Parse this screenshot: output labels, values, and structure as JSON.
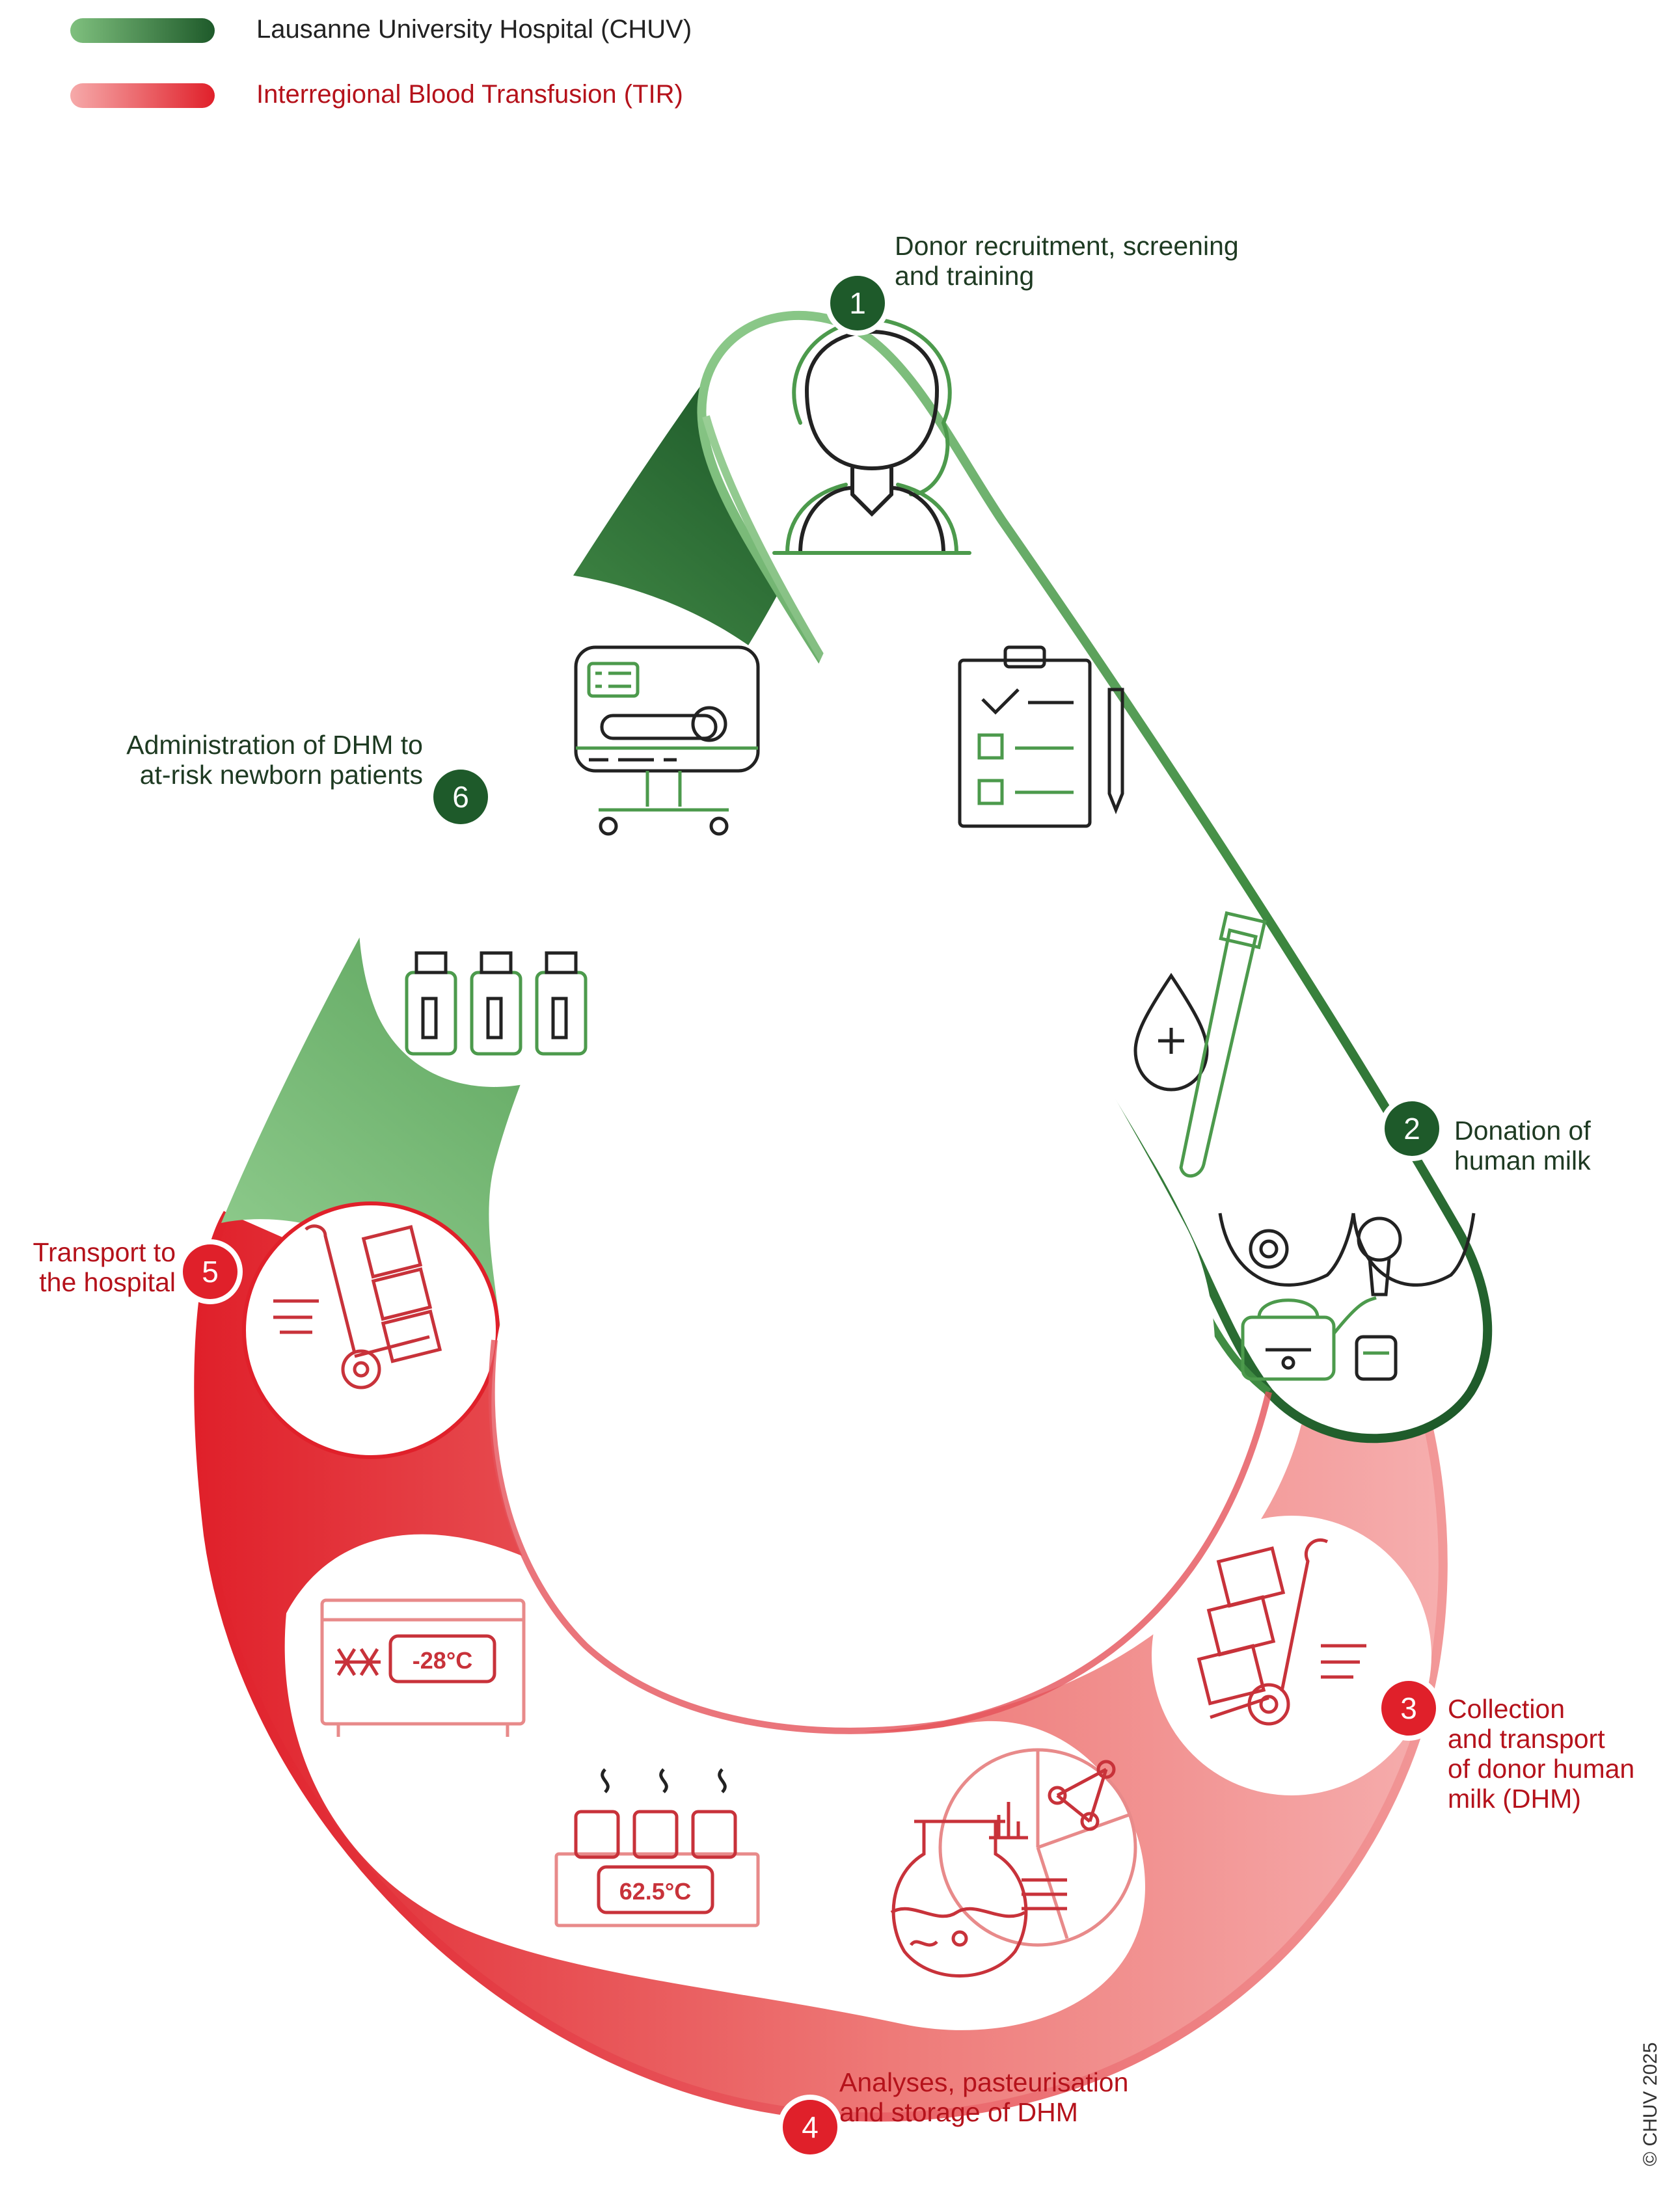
{
  "legend": [
    {
      "label": "Lausanne University Hospital (CHUV)",
      "color_from": "#7fc07e",
      "color_to": "#1e5a2a",
      "text_color": "#222222"
    },
    {
      "label": "Interregional Blood Transfusion (TIR)",
      "color_from": "#f6aaaa",
      "color_to": "#e0202a",
      "text_color": "#b5121b"
    }
  ],
  "steps": [
    {
      "number": "1",
      "lines": [
        "Donor recruitment, screening",
        "and training"
      ],
      "org": "CHUV"
    },
    {
      "number": "2",
      "lines": [
        "Donation of",
        "human milk"
      ],
      "org": "CHUV"
    },
    {
      "number": "3",
      "lines": [
        "Collection",
        "and transport",
        "of donor human",
        "milk (DHM)"
      ],
      "org": "TIR"
    },
    {
      "number": "4",
      "lines": [
        "Analyses, pasteurisation",
        "and storage of DHM"
      ],
      "org": "TIR"
    },
    {
      "number": "5",
      "lines": [
        "Transport to",
        "the hospital"
      ],
      "org": "TIR"
    },
    {
      "number": "6",
      "lines": [
        "Administration of DHM to",
        "at-risk newborn patients"
      ],
      "org": "CHUV"
    }
  ],
  "icons": [
    {
      "name": "donor-woman-icon"
    },
    {
      "name": "checklist-clipboard-icon"
    },
    {
      "name": "blood-test-tube-icon"
    },
    {
      "name": "breast-pump-icon"
    },
    {
      "name": "hand-truck-boxes-icon"
    },
    {
      "name": "laboratory-analysis-icon"
    },
    {
      "name": "pasteuriser-icon"
    },
    {
      "name": "freezer-icon"
    },
    {
      "name": "hand-truck-boxes-icon"
    },
    {
      "name": "milk-bottles-icon"
    },
    {
      "name": "incubator-icon"
    }
  ],
  "freezer_temp": "-28°C",
  "pasteuriser_temp": "62.5°C",
  "copyright": "© CHUV 2025",
  "colors": {
    "chuv_dark": "#1e5a2a",
    "chuv_mid": "#4f9a50",
    "chuv_light": "#7fc07e",
    "chuv_icon": "#4c9a4c",
    "tir_dark": "#e0202a",
    "tir_light": "#f6aaaa",
    "tir_icon": "#c8323a"
  }
}
